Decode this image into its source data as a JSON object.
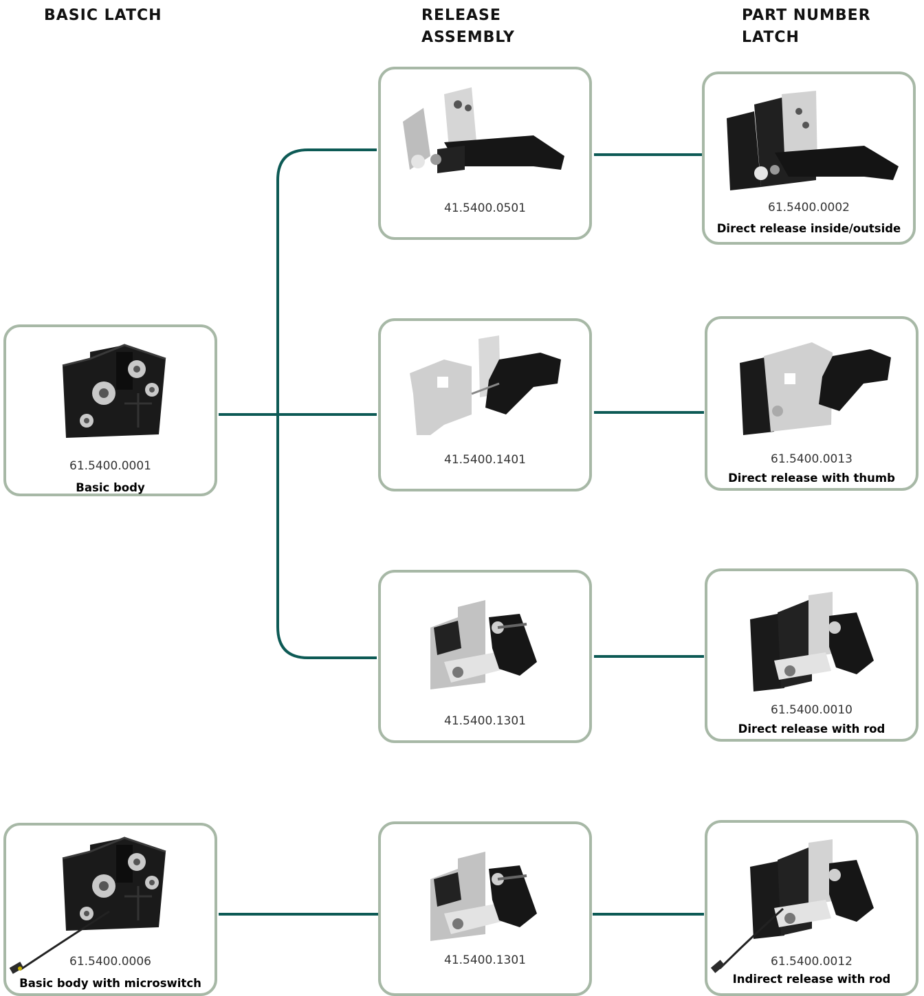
{
  "headers": {
    "basic_latch": "BASIC LATCH",
    "release_assembly_line1": "RELEASE",
    "release_assembly_line2": "ASSEMBLY",
    "part_number_line1": "PART NUMBER",
    "part_number_line2": "LATCH"
  },
  "colors": {
    "connector": "#0d5a55",
    "card_border": "#a7b8a6"
  },
  "basic_latches": [
    {
      "code": "61.5400.0001",
      "desc": "Basic body",
      "icon": "basic-body-icon"
    },
    {
      "code": "61.5400.0006",
      "desc": "Basic body with microswitch",
      "icon": "basic-body-microswitch-icon"
    }
  ],
  "release_assemblies": [
    {
      "code": "41.5400.0501",
      "icon": "release-handle-icon"
    },
    {
      "code": "41.5400.1401",
      "icon": "release-thumb-icon"
    },
    {
      "code": "41.5400.1301",
      "icon": "release-rod-icon"
    },
    {
      "code": "41.5400.1301",
      "icon": "release-rod-icon"
    }
  ],
  "part_number_latches": [
    {
      "code": "61.5400.0002",
      "desc": "Direct release inside/outside",
      "icon": "latch-handle-icon"
    },
    {
      "code": "61.5400.0013",
      "desc": "Direct release with thumb",
      "icon": "latch-thumb-icon"
    },
    {
      "code": "61.5400.0010",
      "desc": "Direct release with rod",
      "icon": "latch-rod-icon"
    },
    {
      "code": "61.5400.0012",
      "desc": "Indirect release with rod",
      "icon": "latch-indirect-rod-icon"
    }
  ]
}
